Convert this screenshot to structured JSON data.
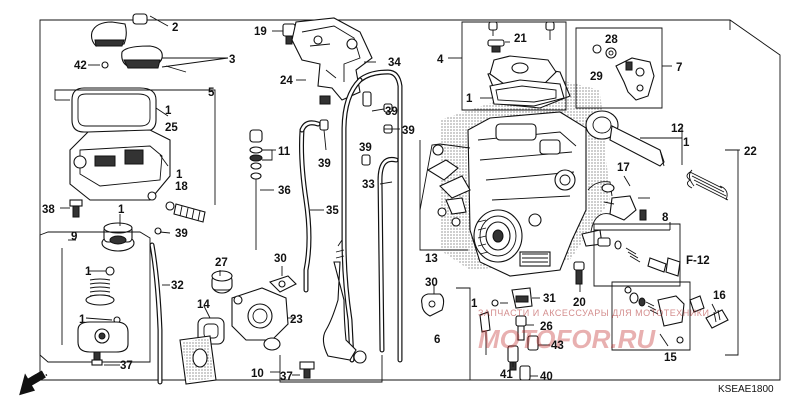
{
  "diagram": {
    "code": "KSEAE1800",
    "fig_ref": "F-12",
    "direction_label": "FR.",
    "watermark_text": "ЗАПЧАСТИ И АКСЕССУАРЫ ДЛЯ МОТОТЕХНИКИ",
    "watermark_logo": "MOTOFOR.RU",
    "callouts": [
      {
        "id": "1a",
        "label": "1"
      },
      {
        "id": "1b",
        "label": "1"
      },
      {
        "id": "1c",
        "label": "1"
      },
      {
        "id": "1d",
        "label": "1"
      },
      {
        "id": "1e",
        "label": "1"
      },
      {
        "id": "1f",
        "label": "1"
      },
      {
        "id": "1g",
        "label": "1"
      },
      {
        "id": "1h",
        "label": "1"
      },
      {
        "id": "2",
        "label": "2"
      },
      {
        "id": "3",
        "label": "3"
      },
      {
        "id": "4",
        "label": "4"
      },
      {
        "id": "5",
        "label": "5"
      },
      {
        "id": "6",
        "label": "6"
      },
      {
        "id": "7",
        "label": "7"
      },
      {
        "id": "8",
        "label": "8"
      },
      {
        "id": "9",
        "label": "9"
      },
      {
        "id": "10",
        "label": "10"
      },
      {
        "id": "11",
        "label": "11"
      },
      {
        "id": "12",
        "label": "12"
      },
      {
        "id": "13",
        "label": "13"
      },
      {
        "id": "14",
        "label": "14"
      },
      {
        "id": "15",
        "label": "15"
      },
      {
        "id": "16",
        "label": "16"
      },
      {
        "id": "17",
        "label": "17"
      },
      {
        "id": "18",
        "label": "18"
      },
      {
        "id": "19",
        "label": "19"
      },
      {
        "id": "20",
        "label": "20"
      },
      {
        "id": "21",
        "label": "21"
      },
      {
        "id": "22",
        "label": "22"
      },
      {
        "id": "23",
        "label": "23"
      },
      {
        "id": "24",
        "label": "24"
      },
      {
        "id": "25",
        "label": "25"
      },
      {
        "id": "26",
        "label": "26"
      },
      {
        "id": "27",
        "label": "27"
      },
      {
        "id": "28",
        "label": "28"
      },
      {
        "id": "29",
        "label": "29"
      },
      {
        "id": "30a",
        "label": "30"
      },
      {
        "id": "30b",
        "label": "30"
      },
      {
        "id": "31",
        "label": "31"
      },
      {
        "id": "32",
        "label": "32"
      },
      {
        "id": "33",
        "label": "33"
      },
      {
        "id": "34",
        "label": "34"
      },
      {
        "id": "35",
        "label": "35"
      },
      {
        "id": "36",
        "label": "36"
      },
      {
        "id": "37a",
        "label": "37"
      },
      {
        "id": "37b",
        "label": "37"
      },
      {
        "id": "38",
        "label": "38"
      },
      {
        "id": "39a",
        "label": "39"
      },
      {
        "id": "39b",
        "label": "39"
      },
      {
        "id": "39c",
        "label": "39"
      },
      {
        "id": "39d",
        "label": "39"
      },
      {
        "id": "39e",
        "label": "39"
      },
      {
        "id": "40",
        "label": "40"
      },
      {
        "id": "41",
        "label": "41"
      },
      {
        "id": "42",
        "label": "42"
      },
      {
        "id": "43",
        "label": "43"
      }
    ]
  }
}
